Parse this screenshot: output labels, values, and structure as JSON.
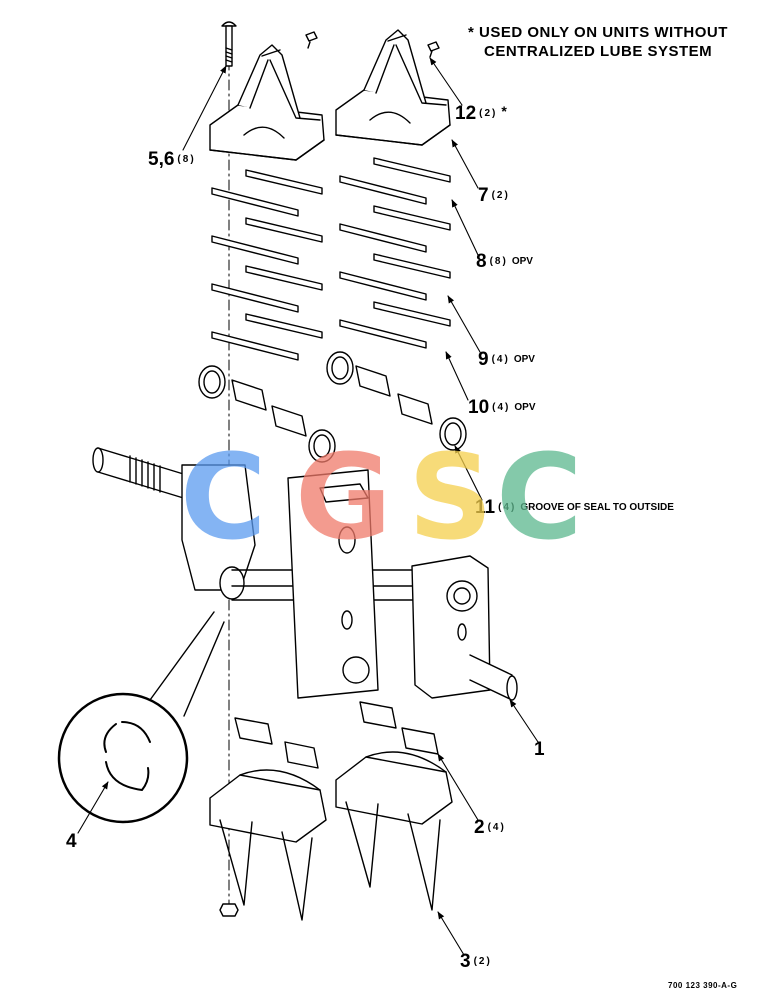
{
  "note": {
    "line1": "* USED ONLY ON UNITS WITHOUT",
    "line2": "CENTRALIZED LUBE SYSTEM"
  },
  "callouts": [
    {
      "id": "c56",
      "number": "5,6",
      "qty": "(8)",
      "suffix": ""
    },
    {
      "id": "c12",
      "number": "12",
      "qty": "(2)",
      "suffix": "*"
    },
    {
      "id": "c7",
      "number": "7",
      "qty": "(2)",
      "suffix": ""
    },
    {
      "id": "c8",
      "number": "8",
      "qty": "(8)",
      "suffix": "OPV"
    },
    {
      "id": "c9",
      "number": "9",
      "qty": "(4)",
      "suffix": "OPV"
    },
    {
      "id": "c10",
      "number": "10",
      "qty": "(4)",
      "suffix": "OPV"
    },
    {
      "id": "c11",
      "number": "11",
      "qty": "(4)",
      "suffix": "GROOVE OF SEAL TO OUTSIDE"
    },
    {
      "id": "c1",
      "number": "1",
      "qty": "",
      "suffix": ""
    },
    {
      "id": "c2",
      "number": "2",
      "qty": "(4)",
      "suffix": ""
    },
    {
      "id": "c3",
      "number": "3",
      "qty": "(2)",
      "suffix": ""
    },
    {
      "id": "c4",
      "number": "4",
      "qty": "",
      "suffix": ""
    }
  ],
  "part_number": "700 123 390-A-G",
  "watermark": {
    "letters": [
      "C",
      "G",
      "S",
      "C"
    ],
    "colors": [
      "#5b9bf0",
      "#f07a6a",
      "#f5cf4d",
      "#5cb88e"
    ]
  }
}
